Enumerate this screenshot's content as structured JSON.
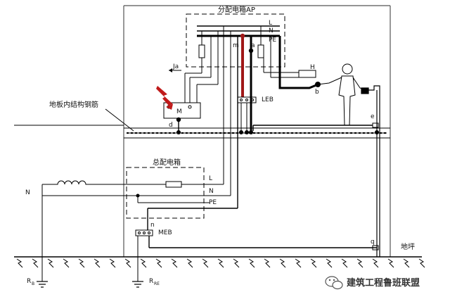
{
  "labels": {
    "ap_box": "分配电箱AP",
    "L_top": "L",
    "N_top": "N",
    "PE_top": "PE",
    "Ja": "Ja",
    "H": "H",
    "m": "m",
    "a": "a",
    "b": "b",
    "M": "M",
    "d": "d",
    "LEB": "LEB",
    "e": "e",
    "rebar": "地板内结构钢筋",
    "main_box": "总配电箱",
    "L_main": "L",
    "N_main": "N",
    "PE_main": "PE",
    "N_left": "N",
    "n": "n",
    "MEB": "MEB",
    "q": "q",
    "floor": "地坪",
    "RB": "R",
    "RB_sub": "B",
    "RRE": "R",
    "RRE_sub": "RE"
  },
  "colors": {
    "line": "#000000",
    "highlight": "#a01818",
    "arrow": "#c01a1a",
    "frame": "#555555"
  },
  "watermark": "建筑工程鲁班联盟",
  "icons": [
    "lightning-arrow-icon",
    "person-icon",
    "faucet-icon",
    "wechat-logo-icon"
  ]
}
